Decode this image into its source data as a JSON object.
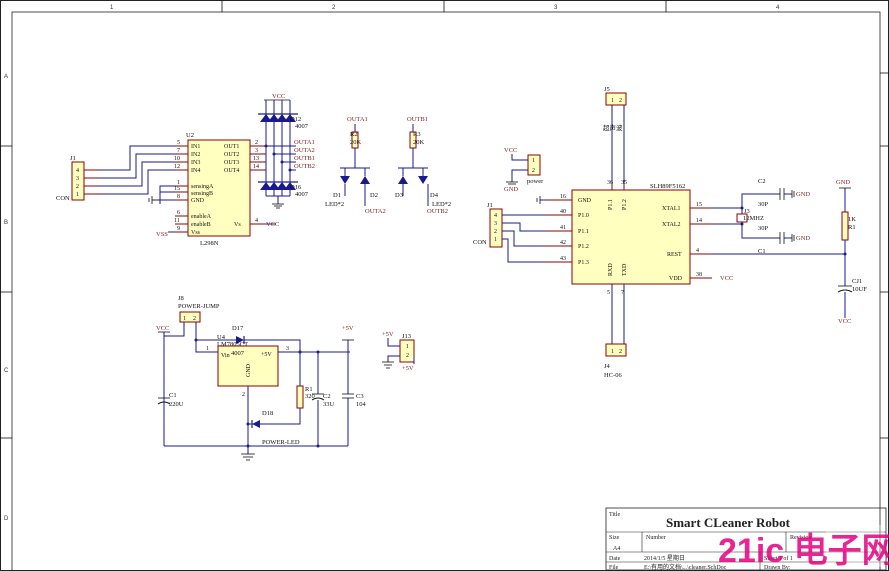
{
  "sheet": {
    "zones_top": [
      "1",
      "2",
      "3",
      "4"
    ],
    "zones_left": [
      "A",
      "B",
      "C",
      "D"
    ]
  },
  "components": {
    "j1_left": {
      "ref": "J1",
      "name": "CON",
      "pins": [
        "4",
        "3",
        "2",
        "1"
      ]
    },
    "u2": {
      "ref": "U2",
      "name": "L298N",
      "left_pins": [
        {
          "num": "5",
          "name": "IN1"
        },
        {
          "num": "7",
          "name": "IN2"
        },
        {
          "num": "10",
          "name": "IN3"
        },
        {
          "num": "12",
          "name": "IN4"
        },
        {
          "num": "1",
          "name": "sensingA"
        },
        {
          "num": "15",
          "name": "sensingB"
        },
        {
          "num": "8",
          "name": "GND"
        },
        {
          "num": "6",
          "name": "enableA"
        },
        {
          "num": "11",
          "name": "enableB"
        },
        {
          "num": "9",
          "name": "Vss"
        }
      ],
      "right_pins": [
        {
          "num": "2",
          "name": "OUT1"
        },
        {
          "num": "3",
          "name": "OUT2"
        },
        {
          "num": "13",
          "name": "OUT3"
        },
        {
          "num": "14",
          "name": "OUT4"
        },
        {
          "num": "4",
          "name": "Vs"
        }
      ]
    },
    "diodes_top": {
      "d12": "D12",
      "val": "4007"
    },
    "diodes_bottom": {
      "d16": "D16",
      "val": "4007"
    },
    "r2": {
      "ref": "R2",
      "val": "20K"
    },
    "r3": {
      "ref": "R3",
      "val": "20K"
    },
    "d1": {
      "ref": "D1",
      "val": "LED*2"
    },
    "d2": {
      "ref": "D2"
    },
    "d3": {
      "ref": "D3"
    },
    "d4": {
      "ref": "D4",
      "val": "LED*2"
    },
    "j5": {
      "ref": "J5",
      "name": "超声波",
      "pins": [
        "1",
        "2"
      ]
    },
    "j_power": {
      "name": "power",
      "pins": [
        "1",
        "2"
      ]
    },
    "j1_right": {
      "ref": "J1",
      "name": "CON",
      "pins": [
        "4",
        "3",
        "2",
        "1"
      ]
    },
    "mcu": {
      "name": "SLH89F5162",
      "left_pins": [
        {
          "num": "16",
          "name": "GND"
        },
        {
          "num": "40",
          "name": "P1.0"
        },
        {
          "num": "41",
          "name": "P1.1"
        },
        {
          "num": "42",
          "name": "P1.2"
        },
        {
          "num": "43",
          "name": "P1.3"
        }
      ],
      "right_pins": [
        {
          "num": "15",
          "name": "XTAL1"
        },
        {
          "num": "14",
          "name": "XTAL2"
        },
        {
          "num": "4",
          "name": "REST"
        },
        {
          "num": "38",
          "name": "VDD"
        }
      ],
      "top_pins": [
        {
          "num": "36",
          "name": "P1.1"
        },
        {
          "num": "35",
          "name": "P1.2"
        }
      ],
      "bottom_pins": [
        {
          "num": "5",
          "name": "RXD"
        },
        {
          "num": "7",
          "name": "TXD"
        }
      ]
    },
    "c2": {
      "ref": "C2",
      "val": "30P"
    },
    "c1": {
      "ref": "C1",
      "val": "30P"
    },
    "j3": {
      "ref": "J3",
      "val": "12MHZ"
    },
    "r1_right": {
      "ref": "R1",
      "val": "1K"
    },
    "cj1": {
      "ref": "CJ1",
      "val": "10UF"
    },
    "j4": {
      "ref": "J4",
      "name": "HC-06",
      "pins": [
        "1",
        "2"
      ]
    },
    "j8": {
      "ref": "J8",
      "name": "POWER-JUMP",
      "pins": [
        "1",
        "2"
      ]
    },
    "u4": {
      "ref": "U4",
      "name": "LM7805CT",
      "vin": "Vin",
      "vout": "+5V",
      "gnd": "GND",
      "pin1": "1",
      "pin2": "2",
      "pin3": "3"
    },
    "d17": {
      "ref": "D17",
      "val": "4007"
    },
    "d18": {
      "ref": "D18",
      "val": "POWER-LED"
    },
    "c1_left": {
      "ref": "C1",
      "val": "220U"
    },
    "r1_left": {
      "ref": "R1",
      "val": "320"
    },
    "c2_left": {
      "ref": "C2",
      "val": "33U"
    },
    "c3": {
      "ref": "C3",
      "val": "104"
    },
    "j13": {
      "ref": "J13",
      "pins": [
        "1",
        "2"
      ]
    }
  },
  "nets": {
    "vcc": "VCC",
    "vss": "VSS",
    "gnd": "GND",
    "p5v": "+5V",
    "outa1": "OUTA1",
    "outa2": "OUTA2",
    "outb1": "OUTB1",
    "outb2": "OUTB2"
  },
  "title_block": {
    "title_label": "Title",
    "title": "Smart CLeaner Robot",
    "size_label": "Size",
    "size": "A4",
    "number_label": "Number",
    "revision_label": "Revision",
    "date_label": "Date",
    "date": "2014/1/5 星期日",
    "file_label": "File",
    "file": "E:\\有用的文档\\...\\cleaner.SchDoc",
    "sheet": "Sheet 1 of 1",
    "drawn": "Drawn By:"
  },
  "watermark": {
    "text": "21ic 电子网",
    "color": "#e4007f"
  }
}
